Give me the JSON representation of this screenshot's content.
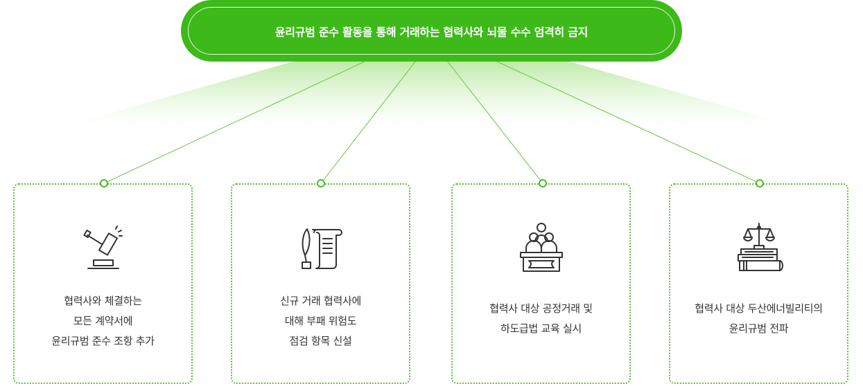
{
  "banner": {
    "title": "윤리규범 준수 활동을 통해 거래하는 협력사와 뇌물 수수 엄격히 금지"
  },
  "cards": [
    {
      "icon": "gavel-icon",
      "lines": [
        "협력사와 체결하는",
        "모든 계약서에",
        "윤리규범 준수 조항 추가"
      ]
    },
    {
      "icon": "scroll-quill-icon",
      "lines": [
        "신규 거래 협력사에",
        "대해 부패 위험도",
        "점검 항목 신설"
      ]
    },
    {
      "icon": "audience-podium-icon",
      "lines": [
        "협력사 대상 공정거래 및",
        "하도급법 교육 실시"
      ]
    },
    {
      "icon": "scales-books-icon",
      "lines": [
        "협력사 대상 두산에너빌리티의",
        "윤리규범 전파"
      ]
    }
  ],
  "colors": {
    "accent": "#3db919",
    "dotted_border": "#59bd36",
    "text": "#333333"
  }
}
